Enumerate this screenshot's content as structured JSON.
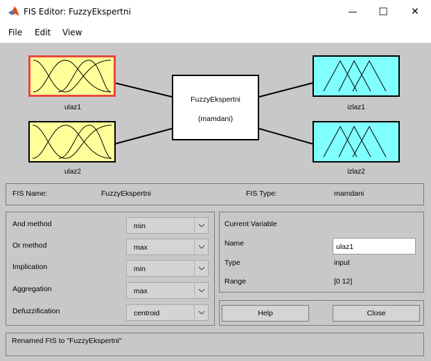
{
  "window": {
    "title": "FIS Editor: FuzzyEkspertni",
    "minimize_glyph": "—",
    "maximize_glyph": "☐",
    "close_glyph": "✕"
  },
  "menu": [
    "File",
    "Edit",
    "View"
  ],
  "inputs": [
    {
      "label": "ulaz1",
      "selected": true
    },
    {
      "label": "ulaz2",
      "selected": false
    }
  ],
  "outputs": [
    {
      "label": "izlaz1"
    },
    {
      "label": "izlaz2"
    }
  ],
  "system": {
    "name": "FuzzyEkspertni",
    "type_label": "(mamdani)"
  },
  "fis_info": {
    "name_label": "FIS Name:",
    "name_value": "FuzzyEkspertni",
    "type_label": "FIS Type:",
    "type_value": "mamdani"
  },
  "methods": [
    {
      "label": "And method",
      "value": "min"
    },
    {
      "label": "Or method",
      "value": "max"
    },
    {
      "label": "Implication",
      "value": "min"
    },
    {
      "label": "Aggregation",
      "value": "max"
    },
    {
      "label": "Defuzzification",
      "value": "centroid"
    }
  ],
  "current_variable": {
    "title": "Current Variable",
    "name_label": "Name",
    "name_value": "ulaz1",
    "type_label": "Type",
    "type_value": "input",
    "range_label": "Range",
    "range_value": "[0 12]"
  },
  "buttons": {
    "help": "Help",
    "close": "Close"
  },
  "status": "Renamed FIS to \"FuzzyEkspertni\"",
  "colors": {
    "input_fill": "#ffff99",
    "output_fill": "#80ffff",
    "selected_border": "#e8473f",
    "panel_bg": "#c8c8c8"
  },
  "icons": {
    "app": "matlab-icon",
    "dropdown": "chevron-down-icon"
  }
}
